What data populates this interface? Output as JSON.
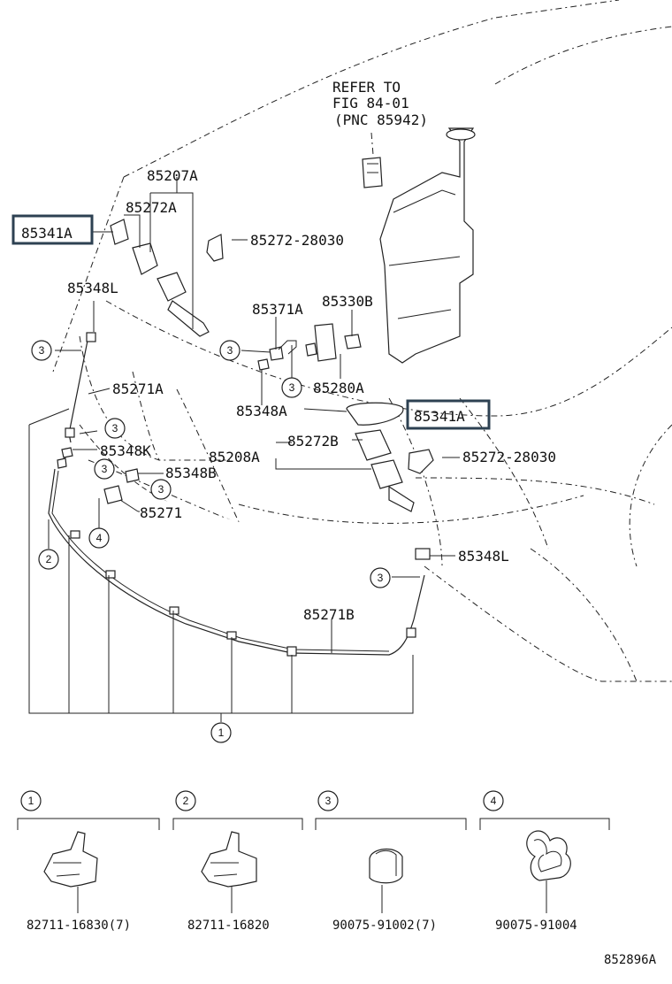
{
  "refer_note": {
    "line1": "REFER TO",
    "line2": "FIG 84-01",
    "line3": "(PNC 85942)"
  },
  "callouts": {
    "p85207A": "85207A",
    "p85272A": "85272A",
    "p85341A_left": "85341A",
    "p85272_28030_top": "85272-28030",
    "p85348L_left": "85348L",
    "p85371A": "85371A",
    "p85330B": "85330B",
    "p85280A": "85280A",
    "p85271A": "85271A",
    "p85348A": "85348A",
    "p85341A_right": "85341A",
    "p85348K": "85348K",
    "p85272B": "85272B",
    "p85208A": "85208A",
    "p85272_28030_mid": "85272-28030",
    "p85348B": "85348B",
    "p85271": "85271",
    "p85348L_right": "85348L",
    "p85271B": "85271B"
  },
  "circles": {
    "c1": "1",
    "c2": "2",
    "c3": "3",
    "c4": "4"
  },
  "legend": [
    {
      "num": "1",
      "part": "82711-16830(7)"
    },
    {
      "num": "2",
      "part": "82711-16820"
    },
    {
      "num": "3",
      "part": "90075-91002(7)"
    },
    {
      "num": "4",
      "part": "90075-91004"
    }
  ],
  "figure_id": "852896A",
  "colors": {
    "highlight_box": "#2d4152",
    "line": "#222222"
  }
}
